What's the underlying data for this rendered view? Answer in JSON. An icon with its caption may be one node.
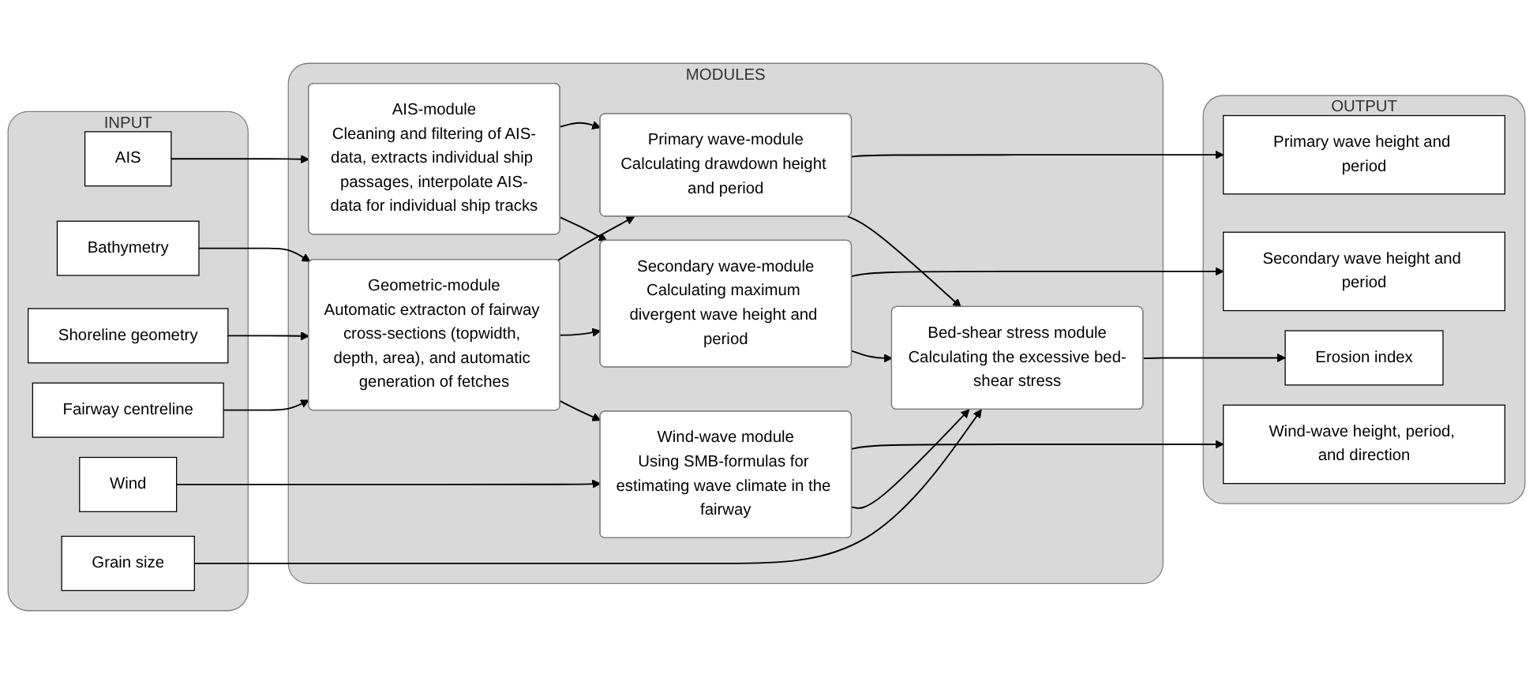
{
  "diagram": {
    "nodes": [
      {
        "text": [
          "INPUT"
        ]
      },
      {
        "text": [
          "AIS"
        ],
        "in": 0
      },
      {
        "text": [
          "Bathymetry"
        ],
        "in": 0
      },
      {
        "text": [
          "Shoreline geometry"
        ],
        "in": 0
      },
      {
        "text": [
          "Fairway centreline"
        ],
        "in": 0
      },
      {
        "text": [
          "Wind"
        ],
        "in": 0
      },
      {
        "text": [
          "Grain size"
        ],
        "in": 0
      },
      {
        "text": [
          "MODULES"
        ]
      },
      {
        "text": [
          "AIS-module",
          "Cleaning and filtering of AIS-data, extracts individual ship passages, interpolate AIS-data for individual ship tracks"
        ],
        "in": 7
      },
      {
        "text": [
          "Geometric-module",
          "Automatic extracton of fairway cross-sections (topwidth, depth, area), and automatic generation of fetches"
        ],
        "in": 7
      },
      {
        "text": [
          "Wind-wave module",
          "Using SMB-formulas for estimating wave climate in the fairway"
        ],
        "in": 7
      },
      {
        "text": [
          "Primary wave-module",
          "Calculating drawdown height and period"
        ],
        "in": 7
      },
      {
        "text": [
          "Secondary wave-module",
          "Calculating maximum divergent wave height and period"
        ],
        "in": 7
      },
      {
        "text": [
          "Bed-shear stress module",
          "Calculating the excessive bed-shear stress"
        ],
        "in": 7
      },
      {
        "text": [
          "OUTPUT"
        ]
      },
      {
        "text": [
          "Primary wave height and period"
        ],
        "in": 14
      },
      {
        "text": [
          "Secondary wave height and period"
        ],
        "in": 14
      },
      {
        "text": [
          "Wind-wave height, period, and direction"
        ],
        "in": 14
      },
      {
        "text": [
          "Erosion index"
        ],
        "in": 14
      }
    ],
    "edges": [
      {
        "from": 1,
        "to": 8,
        "arrow": "to"
      },
      {
        "from": 2,
        "to": 9,
        "arrow": "to"
      },
      {
        "from": 3,
        "to": 9,
        "arrow": "to"
      },
      {
        "from": 4,
        "to": 9,
        "arrow": "to"
      },
      {
        "from": 5,
        "to": 10,
        "arrow": "to"
      },
      {
        "from": 6,
        "to": 13,
        "arrow": "to"
      },
      {
        "from": 8,
        "to": 11,
        "arrow": "to"
      },
      {
        "from": 8,
        "to": 12,
        "arrow": "to"
      },
      {
        "from": 9,
        "to": 11,
        "arrow": "to"
      },
      {
        "from": 9,
        "to": 12,
        "arrow": "to"
      },
      {
        "from": 9,
        "to": 10,
        "arrow": "to"
      },
      {
        "from": 11,
        "to": 15,
        "arrow": "to"
      },
      {
        "from": 11,
        "to": 13,
        "arrow": "to"
      },
      {
        "from": 12,
        "to": 16,
        "arrow": "to"
      },
      {
        "from": 12,
        "to": 13,
        "arrow": "to"
      },
      {
        "from": 10,
        "to": 17,
        "arrow": "to"
      },
      {
        "from": 10,
        "to": 13,
        "arrow": "to"
      },
      {
        "from": 13,
        "to": 18,
        "arrow": "to"
      }
    ]
  }
}
